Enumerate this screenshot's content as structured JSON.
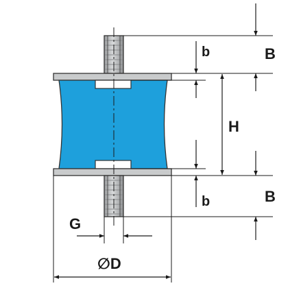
{
  "labels": {
    "B_top": "B",
    "b_top": "b",
    "H": "H",
    "b_bottom": "b",
    "B_bottom": "B",
    "G": "G",
    "D": "∅D"
  },
  "colors": {
    "rubber": "#1ea0dc",
    "metal_plate": "#c9cbcc",
    "stud": "#b7b9bb",
    "outline": "#333333",
    "line": "#1a1a1a"
  }
}
